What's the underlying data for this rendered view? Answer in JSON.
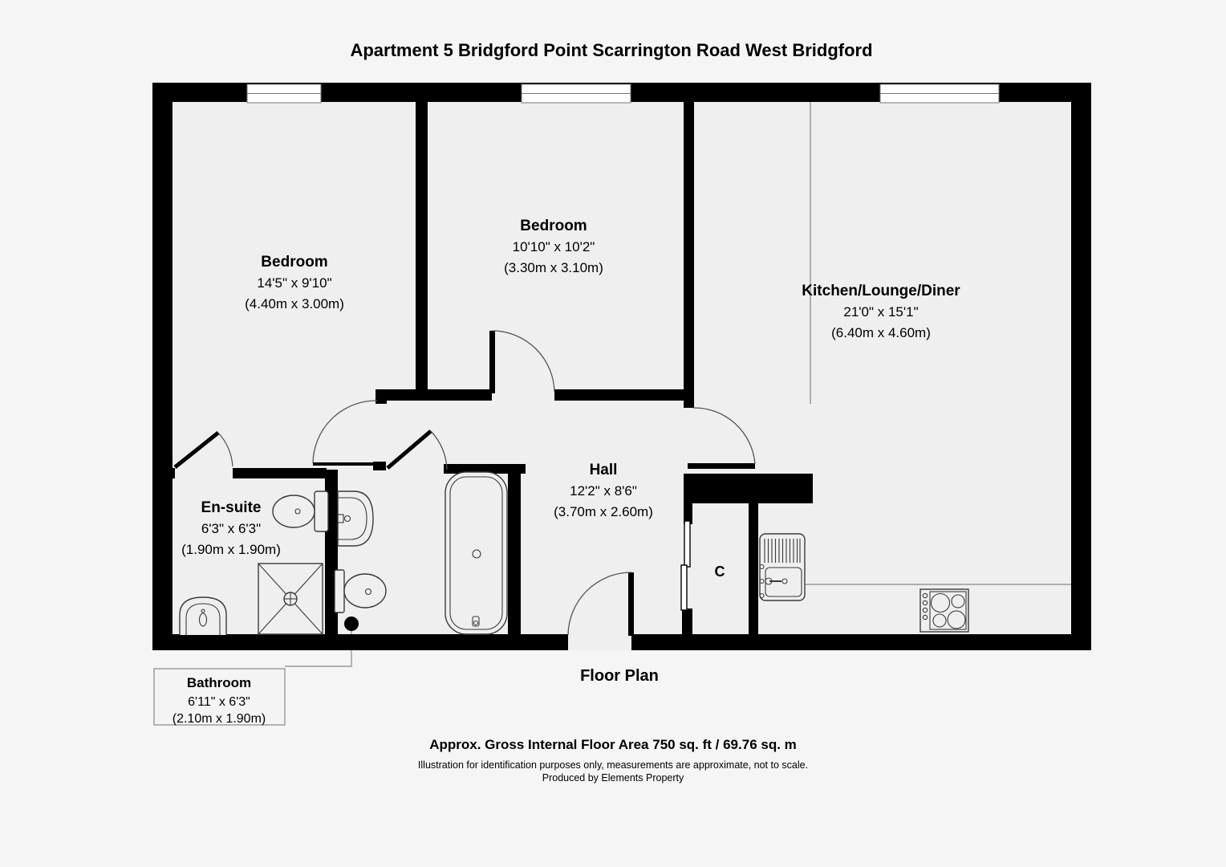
{
  "title": "Apartment 5 Bridgford Point Scarrington Road West Bridgford",
  "rooms": {
    "bedroom1": {
      "name": "Bedroom",
      "imperial": "14'5\" x 9'10\"",
      "metric": "(4.40m x 3.00m)"
    },
    "bedroom2": {
      "name": "Bedroom",
      "imperial": "10'10\" x 10'2\"",
      "metric": "(3.30m x 3.10m)"
    },
    "kitchen": {
      "name": "Kitchen/Lounge/Diner",
      "imperial": "21'0\" x 15'1\"",
      "metric": "(6.40m x 4.60m)"
    },
    "hall": {
      "name": "Hall",
      "imperial": "12'2\" x 8'6\"",
      "metric": "(3.70m x 2.60m)"
    },
    "ensuite": {
      "name": "En-suite",
      "imperial": "6'3\" x 6'3\"",
      "metric": "(1.90m x 1.90m)"
    },
    "bathroom": {
      "name": "Bathroom",
      "imperial": "6'11\" x 6'3\"",
      "metric": "(2.10m x 1.90m)"
    },
    "cupboard": {
      "label": "C"
    }
  },
  "footer": {
    "plan_label": "Floor Plan",
    "area_line": "Approx. Gross Internal Floor Area 750 sq. ft / 69.76 sq. m",
    "disclaimer": "Illustration for identification purposes only, measurements are approximate, not to scale.",
    "credit": "Produced by Elements Property"
  },
  "colors": {
    "wall": "#000000",
    "floor": "#efefef",
    "background": "#f5f5f5",
    "window_fill": "#ffffff"
  }
}
